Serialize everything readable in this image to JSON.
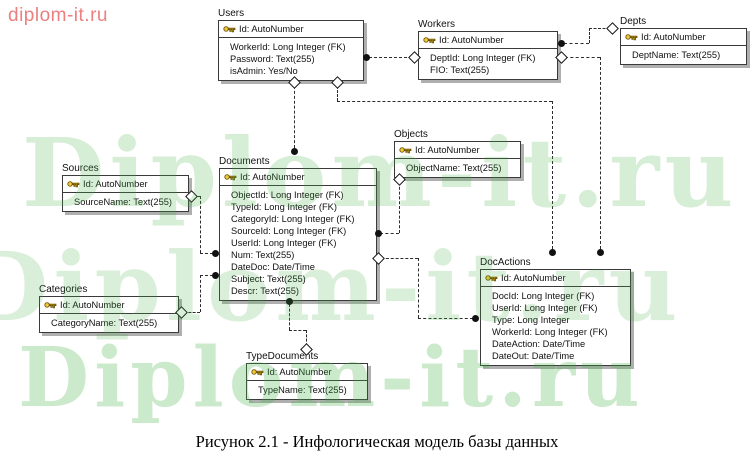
{
  "watermark": {
    "corner_text": "diplom-it.ru",
    "tiled_text": "Diplom-it.ru",
    "corner_color": "#ec7f7f",
    "tiled_color": "#bce5bc"
  },
  "caption": "Рисунок 2.1  - Инфологическая модель базы данных",
  "tables": {
    "users": {
      "title": "Users",
      "key": "Id: AutoNumber",
      "fields": [
        "WorkerId: Long Integer (FK)",
        "Password: Text(255)",
        "isAdmin: Yes/No"
      ]
    },
    "workers": {
      "title": "Workers",
      "key": "Id: AutoNumber",
      "fields": [
        "DeptId: Long Integer (FK)",
        "FIO: Text(255)"
      ]
    },
    "depts": {
      "title": "Depts",
      "key": "Id: AutoNumber",
      "fields": [
        "DeptName: Text(255)"
      ]
    },
    "sources": {
      "title": "Sources",
      "key": "Id: AutoNumber",
      "fields": [
        "SourceName: Text(255)"
      ]
    },
    "documents": {
      "title": "Documents",
      "key": "Id: AutoNumber",
      "fields": [
        "ObjectId: Long Integer (FK)",
        "TypeId: Long Integer (FK)",
        "CategoryId: Long Integer (FK)",
        "SourceId: Long Integer (FK)",
        "UserId: Long Integer (FK)",
        "Num: Text(255)",
        "DateDoc: Date/Time",
        "Subject: Text(255)",
        "Descr: Text(255)"
      ]
    },
    "objects": {
      "title": "Objects",
      "key": "Id: AutoNumber",
      "fields": [
        "ObjectName: Text(255)"
      ]
    },
    "categories": {
      "title": "Categories",
      "key": "Id: AutoNumber",
      "fields": [
        "CategoryName: Text(255)"
      ]
    },
    "docactions": {
      "title": "DocActions",
      "key": "Id: AutoNumber",
      "fields": [
        "DocId: Long Integer (FK)",
        "UserId: Long Integer (FK)",
        "Type: Long Integer",
        "WorkerId: Long Integer (FK)",
        "DateAction: Date/Time",
        "DateOut: Date/Time"
      ]
    },
    "typedocuments": {
      "title": "TypeDocuments",
      "key": "Id: AutoNumber",
      "fields": [
        "TypeName: Text(255)"
      ]
    }
  }
}
